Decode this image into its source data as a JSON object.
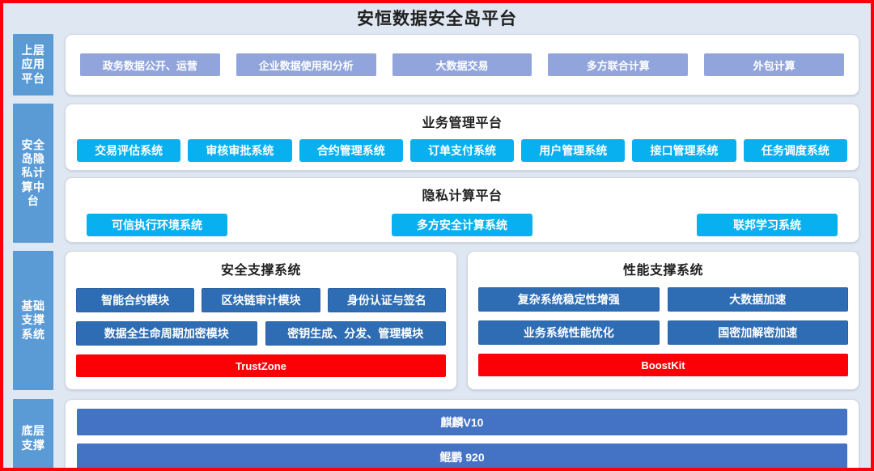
{
  "header": {
    "title": "安恒数据安全岛平台"
  },
  "colors": {
    "frame_border": "#fb0007",
    "page_background": "#dfe7f3",
    "side_label": "#5b9bd5",
    "app_pill": "#91a5dc",
    "cyan_pill": "#08b0ef",
    "blue_pill": "#2e6db4",
    "red_pill": "#fb0007",
    "deep_pill": "#4472c4",
    "card_background": "#ffffff"
  },
  "layers": [
    {
      "side_label": "上层应用平台",
      "items": [
        "政务数据公开、运营",
        "企业数据使用和分析",
        "大数据交易",
        "多方联合计算",
        "外包计算"
      ]
    },
    {
      "side_label": "安全岛隐私计算中台",
      "business_platform": {
        "title": "业务管理平台",
        "items": [
          "交易评估系统",
          "审核审批系统",
          "合约管理系统",
          "订单支付系统",
          "用户管理系统",
          "接口管理系统",
          "任务调度系统"
        ]
      },
      "privacy_platform": {
        "title": "隐私计算平台",
        "items": [
          "可信执行环境系统",
          "多方安全计算系统",
          "联邦学习系统"
        ]
      }
    },
    {
      "side_label": "基础支撑系统",
      "security_support": {
        "title": "安全支撑系统",
        "row1": [
          "智能合约模块",
          "区块链审计模块",
          "身份认证与签名"
        ],
        "row2": [
          "数据全生命周期加密模块",
          "密钥生成、分发、管理模块"
        ],
        "highlight": "TrustZone"
      },
      "performance_support": {
        "title": "性能支撑系统",
        "row1": [
          "复杂系统稳定性增强",
          "大数据加速"
        ],
        "row2": [
          "业务系统性能优化",
          "国密加解密加速"
        ],
        "highlight": "BoostKit"
      }
    },
    {
      "side_label": "底层支撑",
      "items": [
        "麒麟V10",
        "鲲鹏 920"
      ]
    }
  ]
}
